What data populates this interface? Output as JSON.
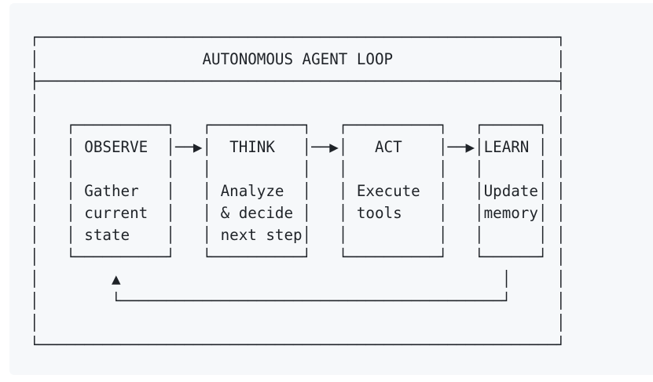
{
  "page": {
    "background_color": "#ffffff"
  },
  "code_block": {
    "background_color": "#f6f8fa",
    "text_color": "#1f2328"
  },
  "diagram": {
    "title": "AUTONOMOUS AGENT LOOP",
    "stages": [
      {
        "name": "OBSERVE",
        "description": "Gather current state"
      },
      {
        "name": "THINK",
        "description": "Analyze & decide next step"
      },
      {
        "name": "ACT",
        "description": "Execute tools"
      },
      {
        "name": "LEARN",
        "description": "Update memory"
      }
    ],
    "loop_back": "LEARN returns to OBSERVE",
    "icons": {
      "flow_arrow": "▶",
      "loopback_arrow": "▲"
    },
    "ascii_lines": [
      "┌─────────────────────────────────────────────────────────┐",
      "│                  AUTONOMOUS AGENT LOOP                  │",
      "├─────────────────────────────────────────────────────────┤",
      "│                                                         │",
      "│   ┌──────────┐   ┌──────────┐   ┌──────────┐   ┌──────┐ │",
      "│   │ OBSERVE  │──▶│  THINK   │──▶│   ACT    │──▶│LEARN │ │",
      "│   │          │   │          │   │          │   │      │ │",
      "│   │ Gather   │   │ Analyze  │   │ Execute  │   │Update│ │",
      "│   │ current  │   │ & decide │   │ tools    │   │memory│ │",
      "│   │ state    │   │ next step│   │          │   │      │ │",
      "│   └──────────┘   └──────────┘   └──────────┘   └──────┘ │",
      "│        ▲                                          │     │",
      "│        └──────────────────────────────────────────┘     │",
      "│                                                         │",
      "└─────────────────────────────────────────────────────────┘"
    ]
  }
}
